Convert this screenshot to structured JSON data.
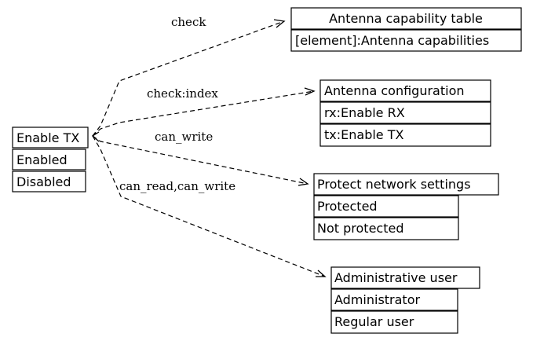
{
  "source_node": {
    "title": "Enable TX",
    "rows": [
      "Enabled",
      "Disabled"
    ]
  },
  "targets": [
    {
      "title": "Antenna capability table",
      "rows": [
        "[element]:Antenna capabilities"
      ],
      "edge_label": "check"
    },
    {
      "title": "Antenna configuration",
      "rows": [
        "rx:Enable RX",
        "tx:Enable TX"
      ],
      "edge_label": "check:index"
    },
    {
      "title": "Protect network settings",
      "rows": [
        "Protected",
        "Not protected"
      ],
      "edge_label": "can_write"
    },
    {
      "title": "Administrative user",
      "rows": [
        "Administrator",
        "Regular user"
      ],
      "edge_label": "can_read,can_write"
    }
  ]
}
